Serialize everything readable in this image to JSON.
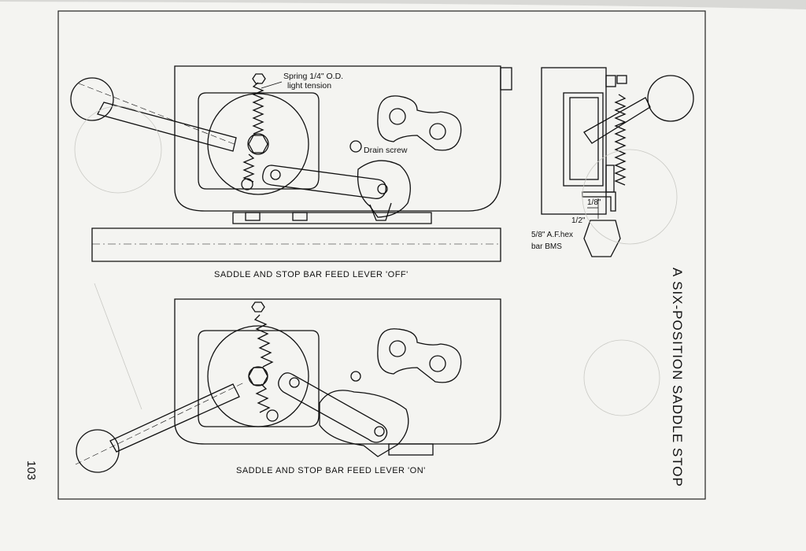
{
  "page": {
    "running_title": "A SIX-POSITION SADDLE STOP",
    "page_number": "103"
  },
  "drawing": {
    "caption_top": "SADDLE AND STOP BAR  FEED LEVER 'OFF'",
    "caption_bottom": "SADDLE AND STOP BAR  FEED LEVER 'ON'",
    "spring_note_line1": "Spring 1/4\" O.D.",
    "spring_note_line2": "light tension",
    "drain_screw_label": "Drain screw",
    "dim_eighth": "1/8\"",
    "dim_half": "1/2\"",
    "hex_note_line1": "5/8\" A.F.hex",
    "hex_note_line2": "bar BMS"
  }
}
